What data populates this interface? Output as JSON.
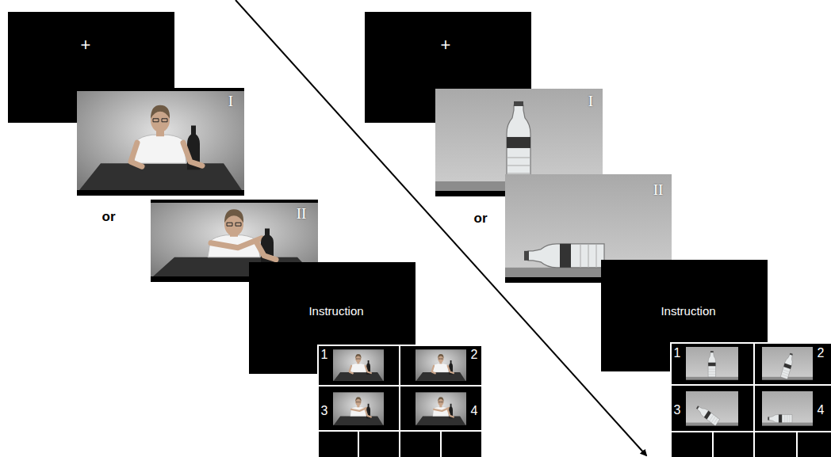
{
  "diagram": {
    "nodes": [
      {
        "text": [
          "+"
        ]
      },
      {
        "text": [
          "I"
        ]
      },
      {
        "text": [
          "II"
        ]
      },
      {
        "text": [
          "Instruction"
        ]
      },
      {
        "text": [
          "1",
          "2",
          "3",
          "4"
        ]
      },
      {
        "text": [
          "+"
        ]
      },
      {
        "text": [
          "I"
        ]
      },
      {
        "text": [
          "II"
        ]
      },
      {
        "text": [
          "Instruction"
        ]
      },
      {
        "text": [
          "1",
          "2",
          "3",
          "4"
        ]
      }
    ],
    "labels": [
      "or",
      "or"
    ]
  }
}
